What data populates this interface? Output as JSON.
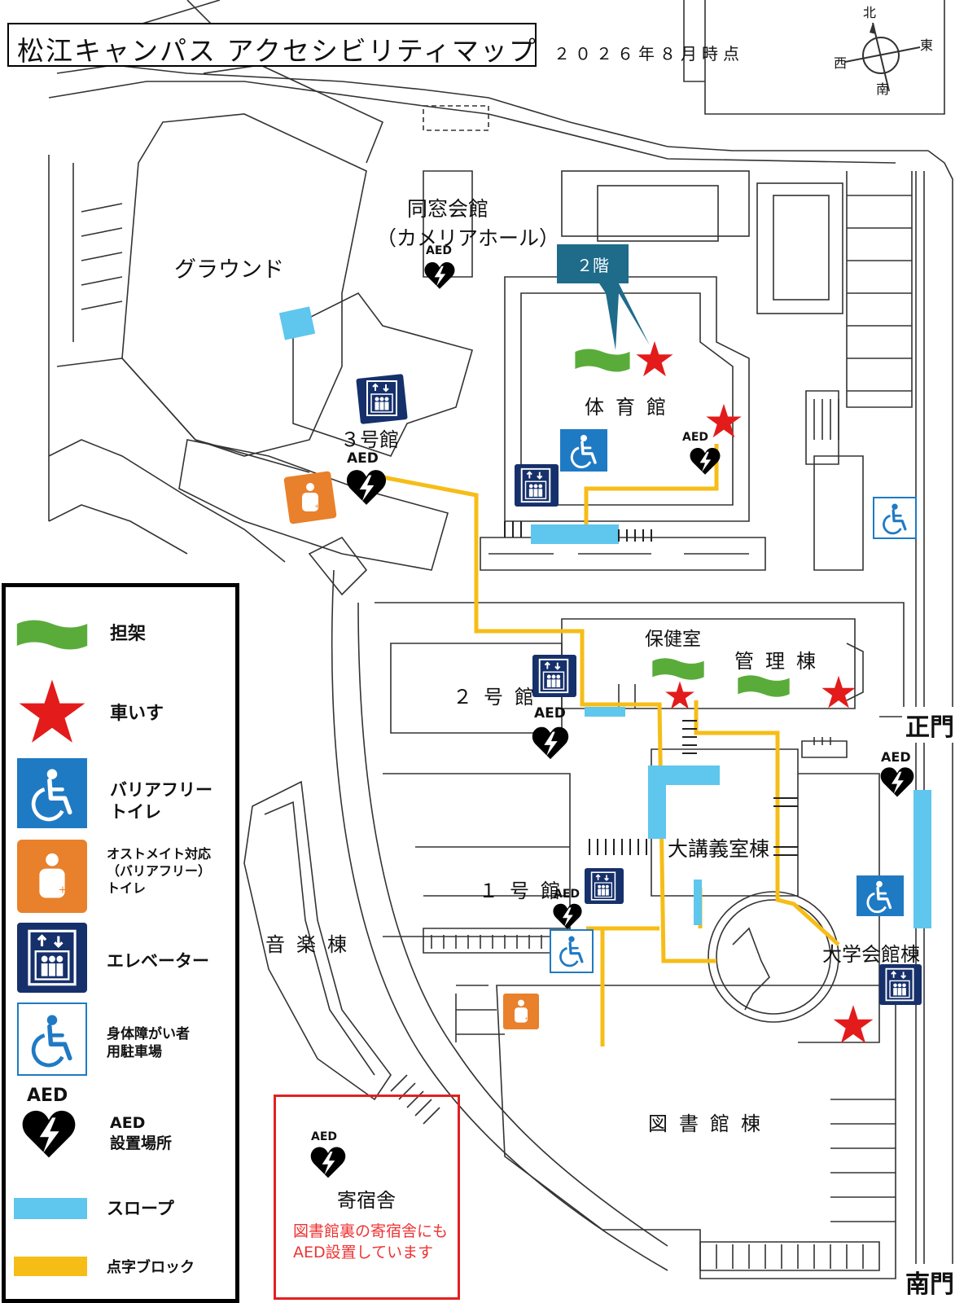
{
  "title": "松江キャンパス アクセシビリティマップ",
  "date": "２０２６年８月時点",
  "compass": {
    "north": "北",
    "south": "南",
    "east": "東",
    "west": "西"
  },
  "callout": "２階",
  "aed_label": "AED",
  "buildings": {
    "ground": "グラウンド",
    "dousoukaikan": "同窓会館",
    "camellia_hall": "（カメリアホール）",
    "gym": "体育館",
    "bldg3": "３号館",
    "bldg2": "２号館",
    "hokenshitsu": "保健室",
    "kanri": "管理棟",
    "daikougi": "大講義室棟",
    "bldg1": "１号館",
    "ongaku": "音楽棟",
    "daigakukaikan": "大学会館棟",
    "toshokan": "図書館棟",
    "kishukusha": "寄宿舎"
  },
  "gates": {
    "main": "正門",
    "south": "南門"
  },
  "dorm_note": "図書館裏の寄宿舎にもAED設置しています",
  "legend": [
    {
      "icon": "stretcher-icon",
      "label": "担架"
    },
    {
      "icon": "wheelchair-star-icon",
      "label": "車いす"
    },
    {
      "icon": "barrier-free-toilet-icon",
      "label": "バリアフリー\nトイレ"
    },
    {
      "icon": "ostomate-toilet-icon",
      "label": "オストメイト対応\n（バリアフリー）\nトイレ"
    },
    {
      "icon": "elevator-icon",
      "label": "エレベーター"
    },
    {
      "icon": "disabled-parking-icon",
      "label": "身体障がい者\n用駐車場"
    },
    {
      "icon": "aed-icon",
      "label": "AED\n設置場所"
    },
    {
      "icon": "slope-icon",
      "label": "スロープ"
    },
    {
      "icon": "tactile-block-icon",
      "label": "点字ブロック"
    }
  ],
  "colors": {
    "stretcher": "#5aac3a",
    "star": "#e31b1b",
    "toilet_blue": "#1f7ac4",
    "ostomate": "#e9802b",
    "elevator": "#16306b",
    "slope": "#5fc6ee",
    "tactile": "#f6bd16",
    "callout": "#1e6b8a",
    "dorm_border": "#e02020",
    "dorm_note": "#e33333"
  }
}
